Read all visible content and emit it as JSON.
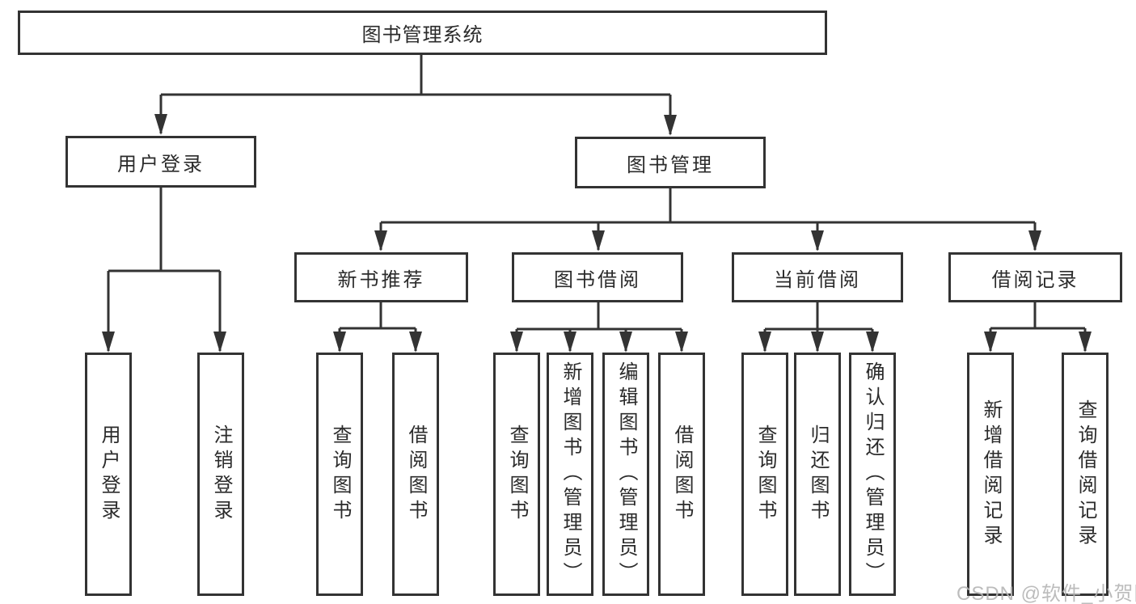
{
  "root": {
    "label": "图书管理系统"
  },
  "level1": [
    {
      "label": "用户登录"
    },
    {
      "label": "图书管理"
    }
  ],
  "level2": [
    {
      "label": "新书推荐"
    },
    {
      "label": "图书借阅"
    },
    {
      "label": "当前借阅"
    },
    {
      "label": "借阅记录"
    }
  ],
  "leaves": [
    {
      "label": "用户登录"
    },
    {
      "label": "注销登录"
    },
    {
      "label": "查询图书"
    },
    {
      "label": "借阅图书"
    },
    {
      "label": "查询图书"
    },
    {
      "label": "新增图书（管理员）"
    },
    {
      "label": "编辑图书（管理员）"
    },
    {
      "label": "借阅图书"
    },
    {
      "label": "查询图书"
    },
    {
      "label": "归还图书"
    },
    {
      "label": "确认归还（管理员）"
    },
    {
      "label": "新增借阅记录"
    },
    {
      "label": "查询借阅记录"
    }
  ],
  "watermark": "CSDN @软件_小贺同学",
  "colors": {
    "line": "#333333",
    "border": "#333333",
    "text": "#2b2b2b",
    "watermark": "#b5b5b5",
    "background": "#ffffff"
  }
}
